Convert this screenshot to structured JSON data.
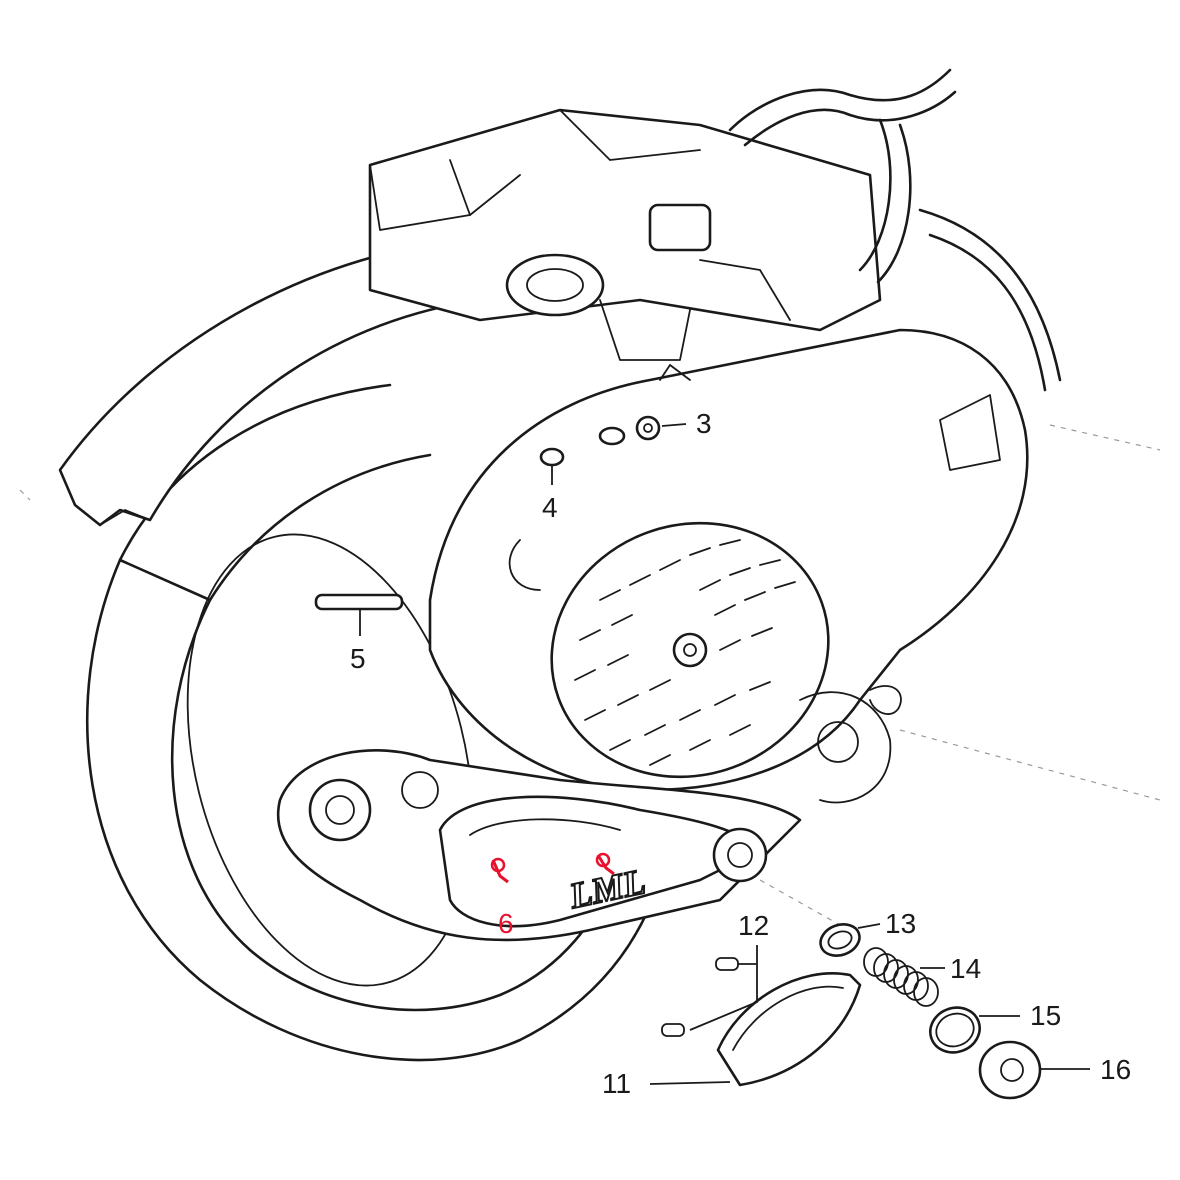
{
  "callouts": [
    {
      "id": "3",
      "text": "3"
    },
    {
      "id": "4",
      "text": "4"
    },
    {
      "id": "5",
      "text": "5"
    },
    {
      "id": "6",
      "text": "6"
    },
    {
      "id": "11",
      "text": "11"
    },
    {
      "id": "12",
      "text": "12"
    },
    {
      "id": "13",
      "text": "13"
    },
    {
      "id": "14",
      "text": "14"
    },
    {
      "id": "15",
      "text": "15"
    },
    {
      "id": "16",
      "text": "16"
    }
  ],
  "cover_logo": "LML",
  "colors": {
    "ink": "#1a1a1a",
    "highlight": "#e8112d",
    "background": "#ffffff"
  }
}
